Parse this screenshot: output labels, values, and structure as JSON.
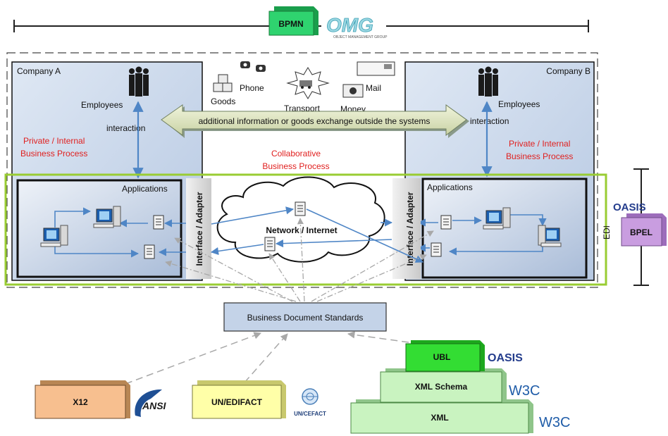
{
  "top": {
    "bpmn_label": "BPMN",
    "omg_logo_text": "OMG",
    "omg_logo_subtext": "OBJECT MANAGEMENT GROUP"
  },
  "companies": {
    "a": {
      "title": "Company A",
      "employees": "Employees",
      "interaction": "interaction",
      "process_line1": "Private / Internal",
      "process_line2": "Business Process",
      "applications": "Applications",
      "adapter": "Interface / Adapter"
    },
    "b": {
      "title": "Company B",
      "employees": "Employees",
      "interaction": "interaction",
      "process_line1": "Private / Internal",
      "process_line2": "Business Process",
      "applications": "Applications",
      "adapter": "Interface / Adapter"
    }
  },
  "middle": {
    "goods": "Goods",
    "phone": "Phone",
    "transport": "Transport",
    "money": "Money",
    "mail": "Mail",
    "exchange_arrow": "additional information or goods exchange outside the systems",
    "collab_line1": "Collaborative",
    "collab_line2": "Business Process",
    "network": "Network / Internet"
  },
  "edi": {
    "label": "EDI",
    "bpel_label": "BPEL",
    "oasis_logo_text": "OASIS"
  },
  "standards": {
    "bds_label": "Business Document Standards",
    "x12_label": "X12",
    "ansi_logo_text": "ANSI",
    "unedifact_label": "UN/EDIFACT",
    "uncefact_logo_text": "UN/CEFACT",
    "ubl_label": "UBL",
    "xml_schema_label": "XML Schema",
    "xml_label": "XML",
    "oasis_logo_text": "OASIS",
    "w3c_logo_text": "W3C"
  },
  "colors": {
    "bpmn_box": "#2fd36f",
    "bpel_box": "#c99de0",
    "edi_border": "#99cc33",
    "company_fill": "#c4d3e8",
    "red_text": "#e0201f",
    "arrow_blue": "#4f86c6",
    "oasis_blue": "#233c8c",
    "w3c_blue": "#1f5ca8",
    "x12_box": "#f7bf8f",
    "unedifact_box": "#ffffa8",
    "ubl_box": "#33dd33",
    "xml_schema_box": "#c9f3c0",
    "xml_box": "#c9f3c0"
  }
}
